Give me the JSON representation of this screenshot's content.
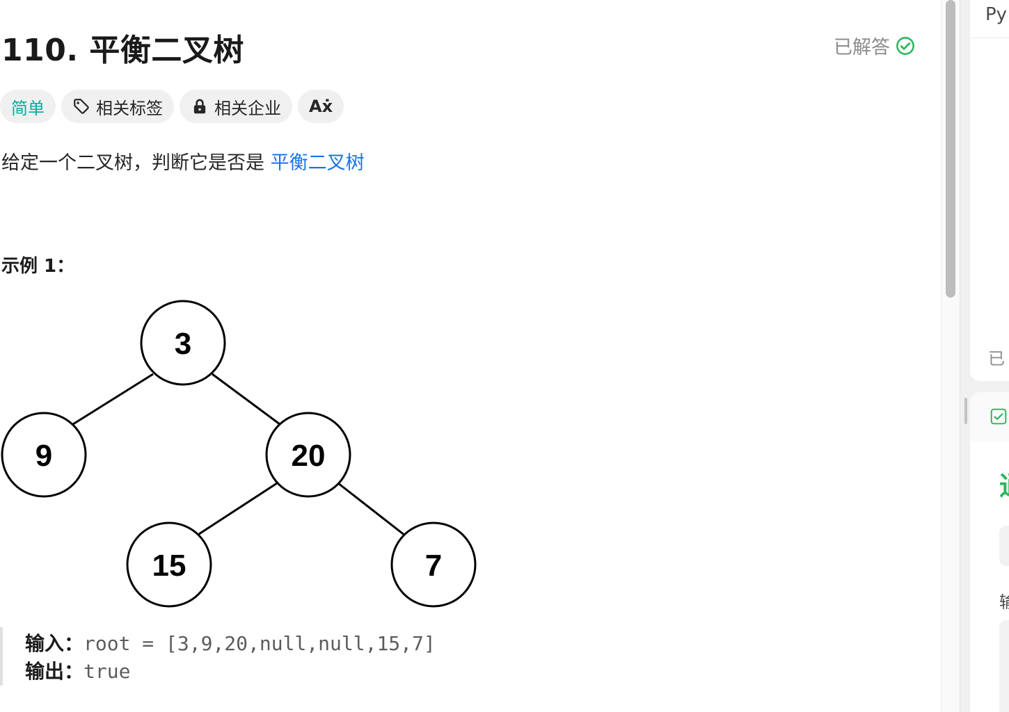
{
  "problem": {
    "title": "110. 平衡二叉树",
    "status": "已解答",
    "difficulty": "简单",
    "tag_topics": "相关标签",
    "tag_companies": "相关企业",
    "translate_glyph": "Aẋ",
    "description_prefix": "给定一个二叉树，判断它是否是 ",
    "description_link": "平衡二叉树",
    "example_title": "示例 1：",
    "example_input_label": "输入：",
    "example_input_value": "root = [3,9,20,null,null,15,7]",
    "example_output_label": "输出：",
    "example_output_value": "true"
  },
  "tree": {
    "nodes": [
      {
        "label": "3"
      },
      {
        "label": "9"
      },
      {
        "label": "20"
      },
      {
        "label": "15"
      },
      {
        "label": "7"
      }
    ]
  },
  "right_panel": {
    "lang_partial": "Py",
    "saved_partial": "已",
    "result_partial": "通",
    "input_partial": "输"
  },
  "colors": {
    "easy": "#00af9b",
    "link": "#1a73e8",
    "solved_check": "#2db55d"
  }
}
